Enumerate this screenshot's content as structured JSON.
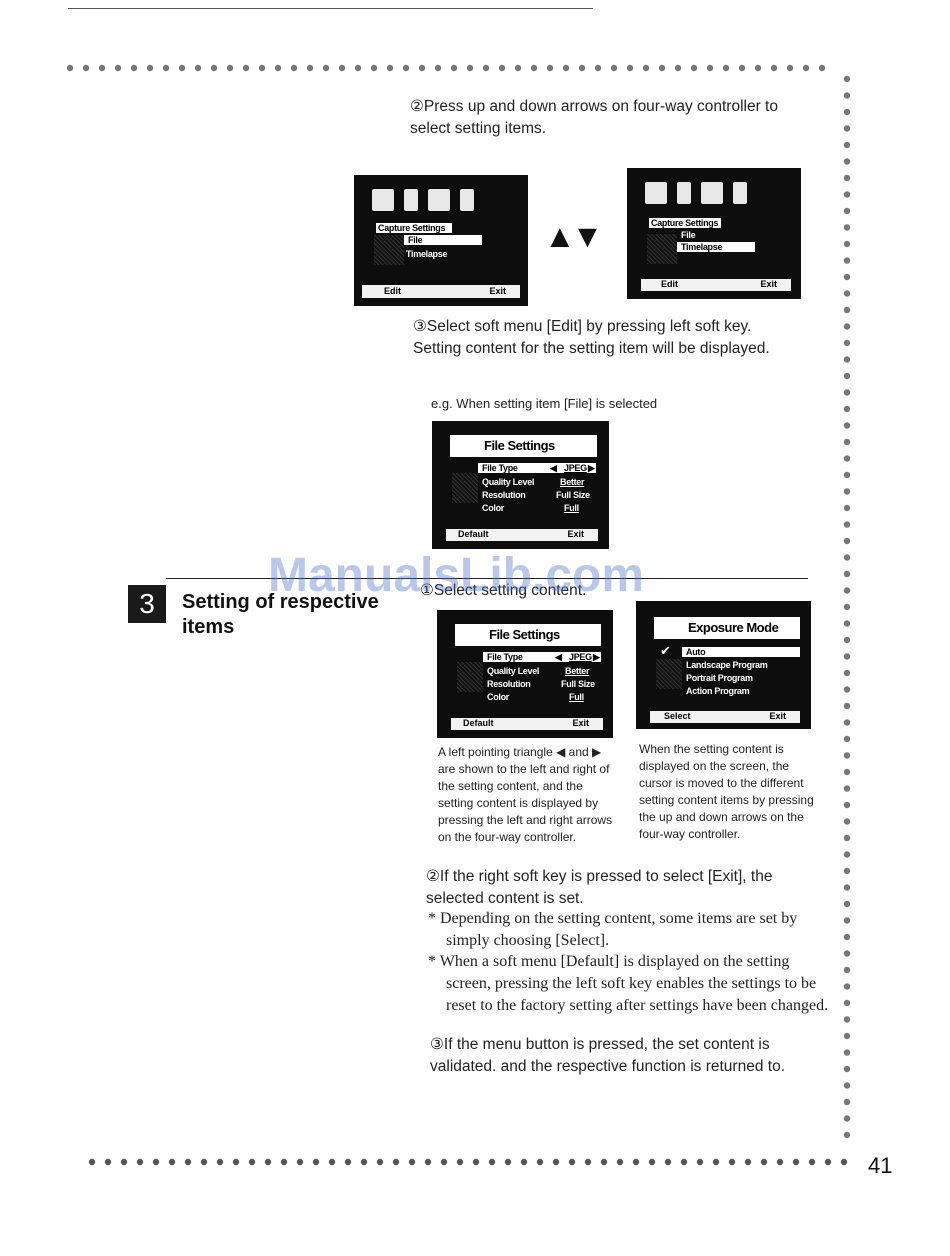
{
  "steps": {
    "step2a": "②Press up and down arrows on four-way controller to select setting items.",
    "step3a": "③Select soft menu [Edit] by pressing left soft key. Setting content for the setting item will be displayed.",
    "eg": "e.g. When setting item [File] is selected",
    "step1b": "①Select setting content.",
    "step2b": "②If the right soft key is pressed to select [Exit], the selected content is set.",
    "note1": "* Depending on the setting content, some items are set by simply choosing [Select].",
    "note2": "* When a soft menu [Default] is displayed on the setting screen, pressing the left soft key enables the settings to be reset to the factory setting after settings have been changed.",
    "step3b": "③If the menu button is pressed, the set content is validated. and the respective function is returned to."
  },
  "section": {
    "number": "3",
    "title_line1": "Setting of respective",
    "title_line2": "items"
  },
  "screens": {
    "capture1": {
      "items": [
        "Capture Settings",
        "File",
        "Timelapse"
      ],
      "selected": 1,
      "left_key": "Edit",
      "right_key": "Exit"
    },
    "capture2": {
      "items": [
        "Capture Settings",
        "File",
        "Timelapse"
      ],
      "selected": 2,
      "left_key": "Edit",
      "right_key": "Exit"
    },
    "arrows": "▲▼",
    "file1": {
      "title": "File Settings",
      "rows": [
        [
          "File Type",
          "JPEG"
        ],
        [
          "Quality Level",
          "Better"
        ],
        [
          "Resolution",
          "Full Size"
        ],
        [
          "Color",
          "Full"
        ]
      ],
      "left_key": "Default",
      "right_key": "Exit"
    },
    "file2": {
      "title": "File Settings",
      "rows": [
        [
          "File Type",
          "JPEG"
        ],
        [
          "Quality Level",
          "Better"
        ],
        [
          "Resolution",
          "Full Size"
        ],
        [
          "Color",
          "Full"
        ]
      ],
      "left_key": "Default",
      "right_key": "Exit"
    },
    "exposure": {
      "title": "Exposure Mode",
      "items": [
        "Auto",
        "Landscape Program",
        "Portrait Program",
        "Action Program"
      ],
      "left_key": "Select",
      "right_key": "Exit"
    }
  },
  "captions": {
    "left": "A left pointing triangle ◀ and ▶ are shown to the left and right of the setting content, and the setting content is displayed by pressing the left and right arrows on the four-way controller.",
    "right": "When the setting content is displayed on the screen, the cursor is moved to the different setting content items by pressing the up and down arrows on the four-way controller."
  },
  "watermark": "ManualsLib.com",
  "page_number": "41"
}
